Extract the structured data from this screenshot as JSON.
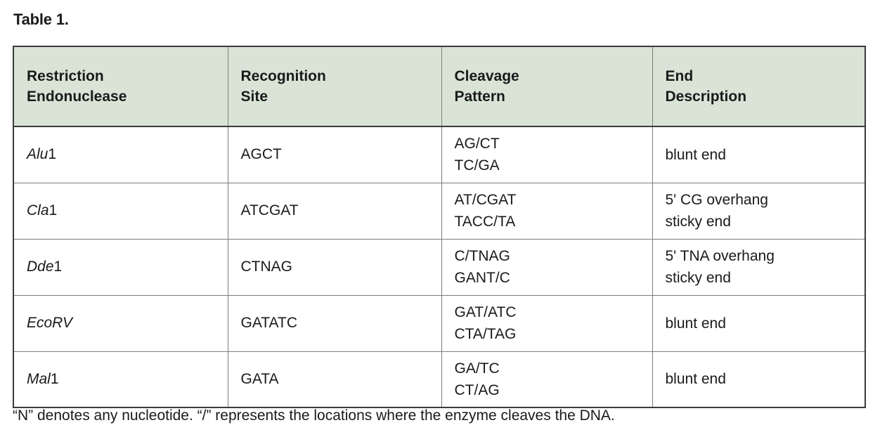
{
  "caption": "Table 1.",
  "table": {
    "headers": [
      {
        "line1": "Restriction",
        "line2": "Endonuclease"
      },
      {
        "line1": "Recognition",
        "line2": "Site"
      },
      {
        "line1": "Cleavage",
        "line2": "Pattern"
      },
      {
        "line1": "End",
        "line2": "Description"
      }
    ],
    "header_background": "#d9e4d7",
    "border_color_outer": "#3a3a3a",
    "border_color_inner": "#7d7d7d",
    "rows": [
      {
        "enzyme_italic": "Alu",
        "enzyme_suffix": "1",
        "recognition_site": "AGCT",
        "cleavage_top": "AG/CT",
        "cleavage_bottom": "TC/GA",
        "end_line1": "blunt end",
        "end_line2": ""
      },
      {
        "enzyme_italic": "Cla",
        "enzyme_suffix": "1",
        "recognition_site": "ATCGAT",
        "cleavage_top": "AT/CGAT",
        "cleavage_bottom": "TACC/TA",
        "end_line1": "5' CG overhang",
        "end_line2": "sticky end"
      },
      {
        "enzyme_italic": "Dde",
        "enzyme_suffix": "1",
        "recognition_site": "CTNAG",
        "cleavage_top": "C/TNAG",
        "cleavage_bottom": "GANT/C",
        "end_line1": "5' TNA overhang",
        "end_line2": "sticky end"
      },
      {
        "enzyme_italic": "EcoRV",
        "enzyme_suffix": "",
        "recognition_site": "GATATC",
        "cleavage_top": "GAT/ATC",
        "cleavage_bottom": "CTA/TAG",
        "end_line1": "blunt end",
        "end_line2": ""
      },
      {
        "enzyme_italic": "Mal",
        "enzyme_suffix": "1",
        "recognition_site": "GATA",
        "cleavage_top": "GA/TC",
        "cleavage_bottom": "CT/AG",
        "end_line1": "blunt end",
        "end_line2": ""
      }
    ]
  },
  "footnote": "“N” denotes any nucleotide. “/” represents the locations where the enzyme cleaves the DNA."
}
